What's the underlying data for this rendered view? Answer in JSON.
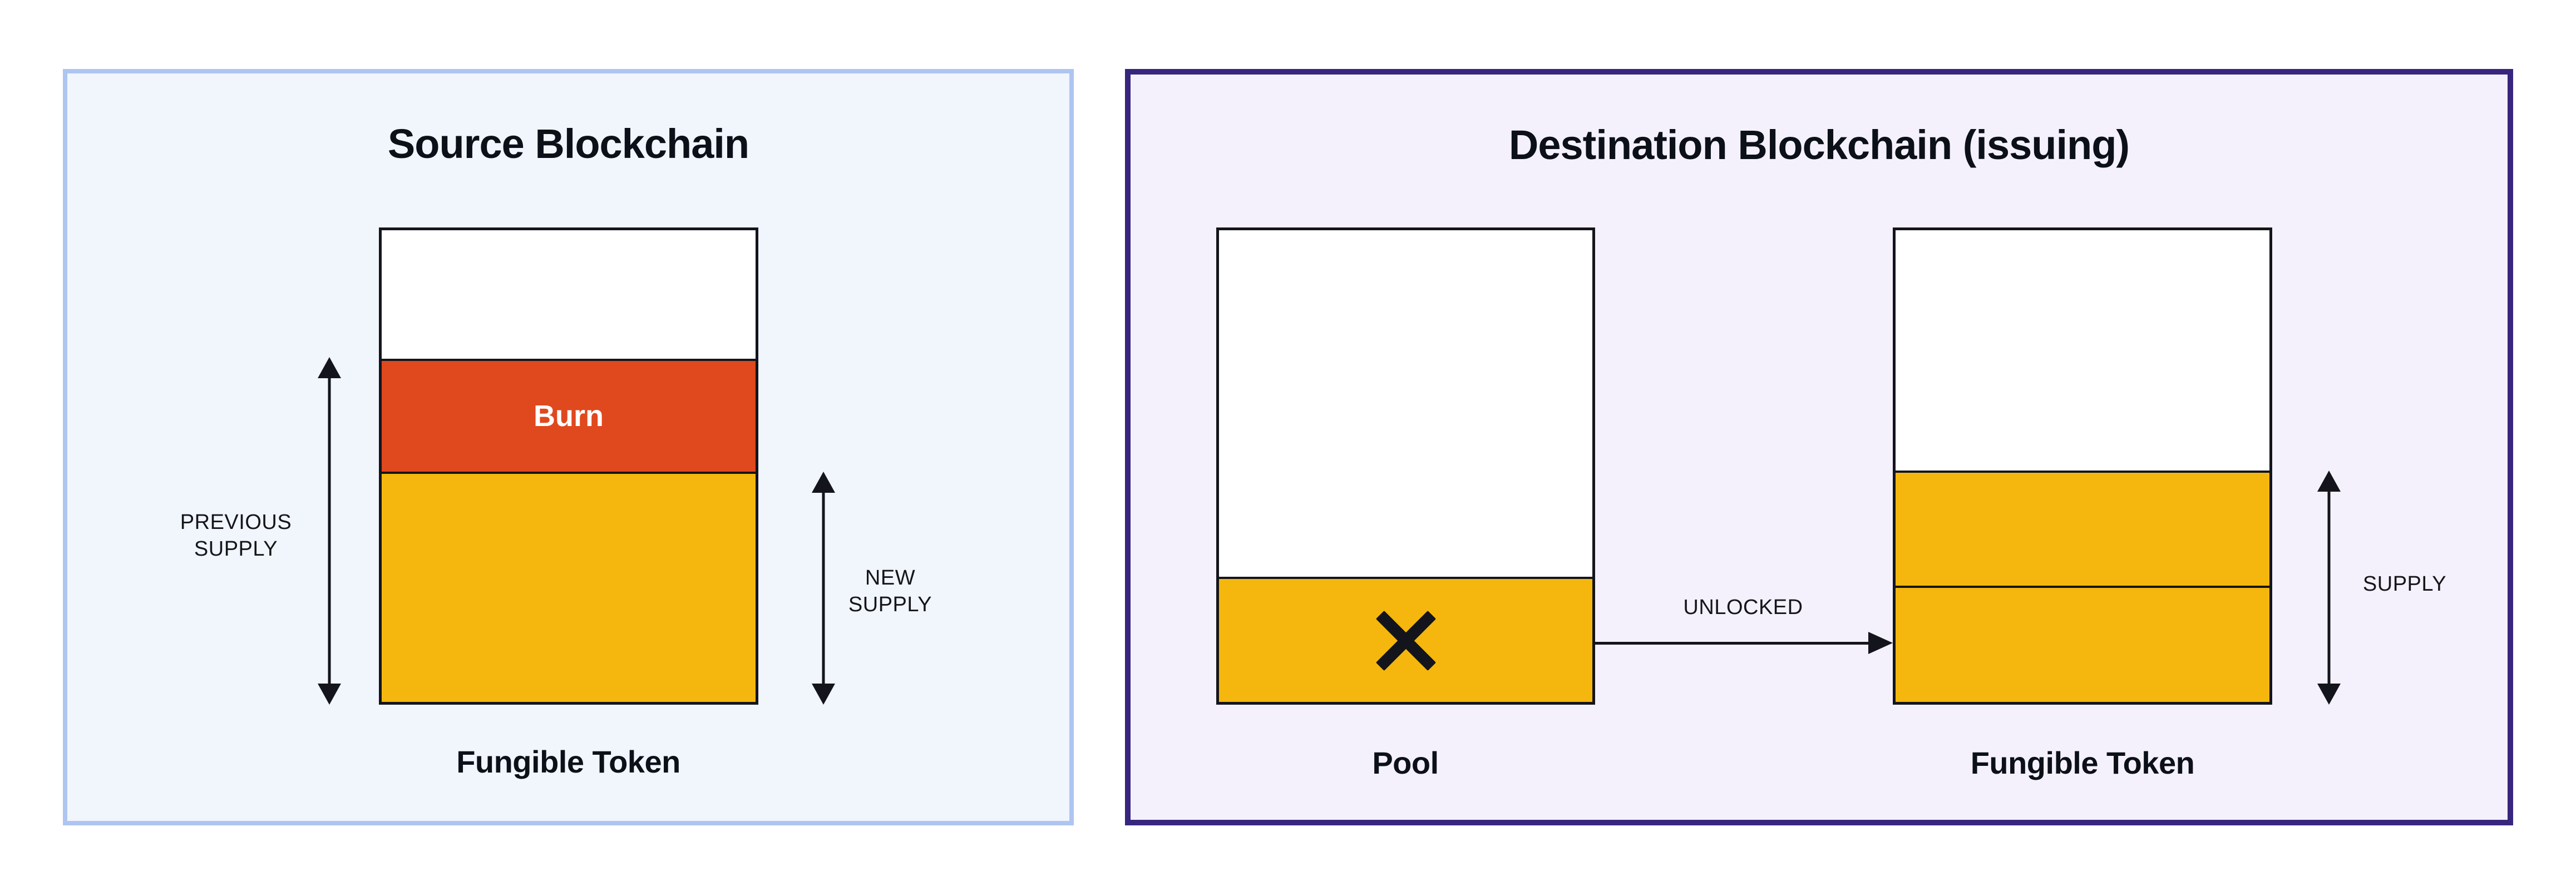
{
  "source_panel": {
    "title": "Source Blockchain",
    "previous_supply_label_line1": "PREVIOUS",
    "previous_supply_label_line2": "SUPPLY",
    "new_supply_label_line1": "NEW",
    "new_supply_label_line2": "SUPPLY",
    "token_caption": "Fungible Token",
    "bar": {
      "segments": [
        {
          "name": "unissued",
          "color": "#FFFFFF",
          "height_pct": 27.2,
          "label": ""
        },
        {
          "name": "burn",
          "color": "#E0481D",
          "height_pct": 24.0,
          "label": "Burn"
        },
        {
          "name": "new-supply",
          "color": "#F5B70D",
          "height_pct": 48.8,
          "label": ""
        }
      ]
    }
  },
  "destination_panel": {
    "title": "Destination Blockchain (issuing)",
    "pool_caption": "Pool",
    "token_caption": "Fungible Token",
    "unlocked_label": "UNLOCKED",
    "supply_label": "SUPPLY",
    "pool_bar": {
      "segments": [
        {
          "name": "empty",
          "color": "#FFFFFF",
          "height_pct": 73.5,
          "label": ""
        },
        {
          "name": "locked",
          "color": "#F5B70D",
          "height_pct": 26.5,
          "label": ""
        }
      ]
    },
    "token_bar": {
      "segments": [
        {
          "name": "unissued",
          "color": "#FFFFFF",
          "height_pct": 51.0,
          "label": ""
        },
        {
          "name": "minted-upper",
          "color": "#F5B70D",
          "height_pct": 24.3,
          "label": ""
        },
        {
          "name": "minted-lower",
          "color": "#F5B70D",
          "height_pct": 24.7,
          "label": ""
        }
      ]
    }
  },
  "colors": {
    "page_bg": "#FFFFFF",
    "source_panel_bg": "#F1F5FC",
    "source_panel_border": "#AEC5F1",
    "destination_panel_bg": "#F4F1FC",
    "destination_panel_border": "#38257E",
    "burn_red": "#E0481D",
    "token_yellow": "#F5B70D",
    "outline_black": "#14151C",
    "text_dark": "#0C1018",
    "burn_label_text": "#FFFFFF"
  }
}
